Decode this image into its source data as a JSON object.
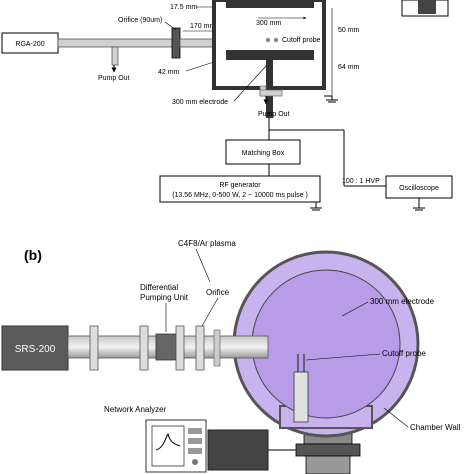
{
  "figure": {
    "panel_a": {
      "rga": "RGA-200",
      "orifice": "Orifice (90um)",
      "dim_17_5": "17.5 mm",
      "dim_170": "170 mm",
      "dim_42": "42 mm",
      "dim_300": "300 mm",
      "cutoff_probe": "Cutoff probe",
      "dim_50": "50 mm",
      "dim_64": "64 mm",
      "pump_out_left": "Pump Out",
      "pump_out_right": "Pump Out",
      "electrode": "300 mm electrode",
      "matching_box": "Matching Box",
      "rf_generator": "RF generator",
      "rf_spec": "(13.56 MHz, 0-500 W, 2 ~ 10000 ms pulse )",
      "hvp": "100 : 1 HVP",
      "oscilloscope": "Oscilloscope"
    },
    "panel_b": {
      "label": "(b)",
      "plasma": "C4F8/Ar plasma",
      "srs": "SRS-200",
      "diff_pump_1": "Differential",
      "diff_pump_2": "Pumping Unit",
      "orifice": "Orifice",
      "electrode": "300 mm electrode",
      "cutoff_probe": "Cutoff probe",
      "network_analyzer": "Network Analyzer",
      "chamber_wall": "Chamber Wall"
    }
  }
}
